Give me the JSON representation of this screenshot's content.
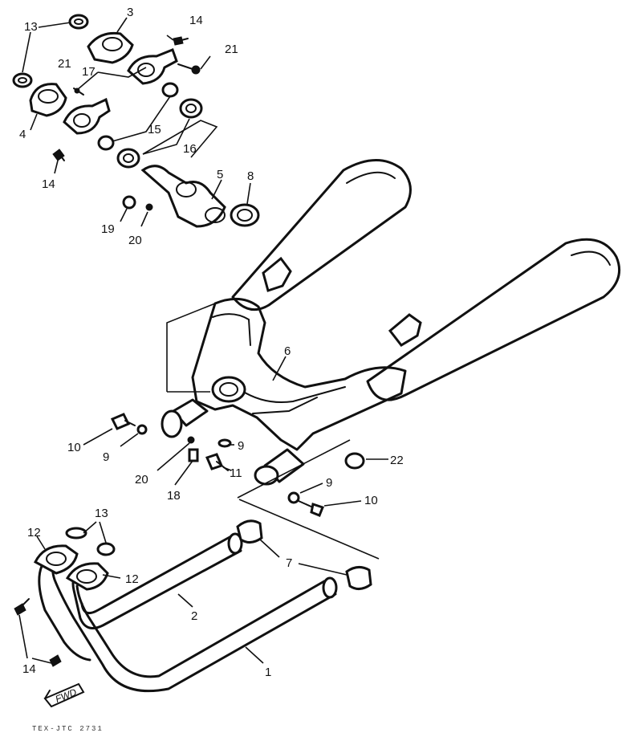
{
  "diagram": {
    "callouts": [
      "1",
      "2",
      "3",
      "4",
      "5",
      "6",
      "7",
      "8",
      "9",
      "10",
      "11",
      "12",
      "13",
      "14",
      "15",
      "16",
      "17",
      "18",
      "19",
      "20",
      "21",
      "22"
    ],
    "labels": {
      "c13_top": "13",
      "c3": "3",
      "c14_top": "14",
      "c21_right": "21",
      "c21_left": "21",
      "c17": "17",
      "c4": "4",
      "c15": "15",
      "c16": "16",
      "c14_left": "14",
      "c5": "5",
      "c8": "8",
      "c19": "19",
      "c20_top": "20",
      "c6": "6",
      "c10_left": "10",
      "c9_left": "9",
      "c20_mid": "20",
      "c18": "18",
      "c9_mid": "9",
      "c11": "11",
      "c22": "22",
      "c9_right": "9",
      "c10_right": "10",
      "c13_bottom": "13",
      "c12_left": "12",
      "c12_right": "12",
      "c7": "7",
      "c2": "2",
      "c1": "1",
      "c14_bottom": "14"
    },
    "forward_mark": "FWD",
    "reference_code": "TEX-JTC 2731"
  }
}
